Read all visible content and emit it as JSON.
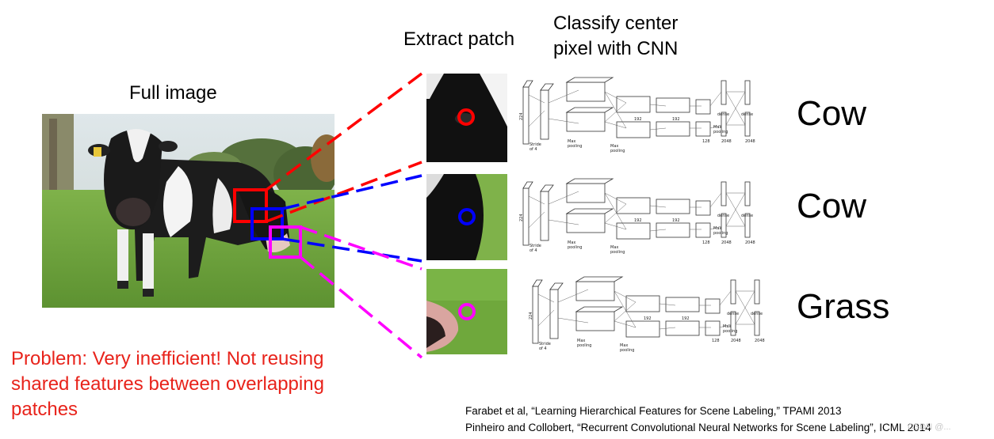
{
  "headings": {
    "full_image": "Full image",
    "extract_patch": "Extract patch",
    "classify": [
      "Classify center",
      "pixel with CNN"
    ]
  },
  "labels": [
    "Cow",
    "Cow",
    "Grass"
  ],
  "problem_text": "Problem: Very inefficient! Not reusing shared features between overlapping patches",
  "citations": [
    "Farabet et al, “Learning Hierarchical Features for Scene Labeling,” TPAMI 2013",
    "Pinheiro and Collobert, “Recurrent Convolutional Neural Networks for Scene Labeling”, ICML 2014"
  ],
  "watermark": "CSDN @...",
  "colors": {
    "patch1": "#ff0000",
    "patch2": "#0000ff",
    "patch3": "#ff00ff",
    "problem": "#e8231b"
  },
  "cnn_labels": [
    "224",
    "Stride of 4",
    "Max pooling",
    "dense",
    "dense",
    "2048",
    "2048",
    "192",
    "128"
  ]
}
